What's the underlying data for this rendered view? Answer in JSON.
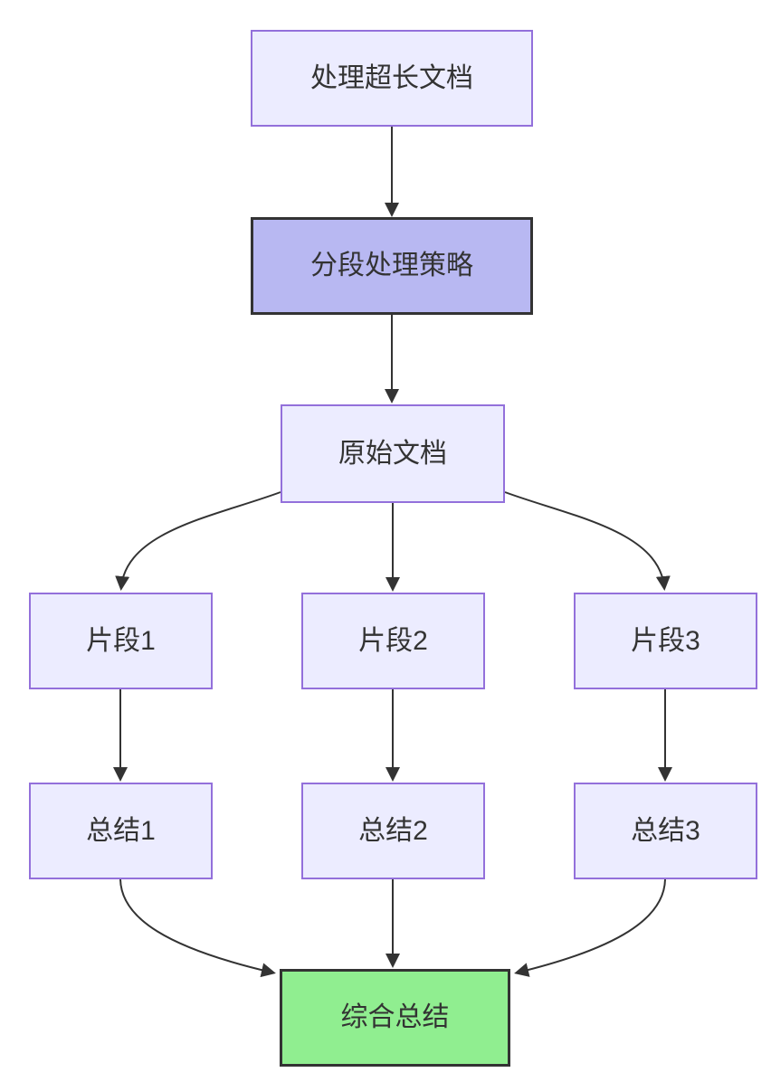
{
  "diagram": {
    "type": "flowchart",
    "direction": "top-down",
    "nodes": [
      {
        "id": "A",
        "label": "处理超长文档",
        "kind": "default"
      },
      {
        "id": "B",
        "label": "分段处理策略",
        "kind": "highlight"
      },
      {
        "id": "C",
        "label": "原始文档",
        "kind": "default"
      },
      {
        "id": "D",
        "label": "片段1",
        "kind": "default"
      },
      {
        "id": "E",
        "label": "片段2",
        "kind": "default"
      },
      {
        "id": "F",
        "label": "片段3",
        "kind": "default"
      },
      {
        "id": "G",
        "label": "总结1",
        "kind": "default"
      },
      {
        "id": "H",
        "label": "总结2",
        "kind": "default"
      },
      {
        "id": "I",
        "label": "总结3",
        "kind": "default"
      },
      {
        "id": "J",
        "label": "综合总结",
        "kind": "success"
      }
    ],
    "edges": [
      {
        "from": "处理超长文档",
        "to": "分段处理策略"
      },
      {
        "from": "分段处理策略",
        "to": "原始文档"
      },
      {
        "from": "原始文档",
        "to": "片段1"
      },
      {
        "from": "原始文档",
        "to": "片段2"
      },
      {
        "from": "原始文档",
        "to": "片段3"
      },
      {
        "from": "片段1",
        "to": "总结1"
      },
      {
        "from": "片段2",
        "to": "总结2"
      },
      {
        "from": "片段3",
        "to": "总结3"
      },
      {
        "from": "总结1",
        "to": "综合总结"
      },
      {
        "from": "总结2",
        "to": "综合总结"
      },
      {
        "from": "总结3",
        "to": "综合总结"
      }
    ],
    "colors": {
      "node_fill": "#ECECFF",
      "node_border": "#9370DB",
      "highlight_fill": "#B8B8F2",
      "strong_border": "#333333",
      "success_fill": "#90EE90",
      "edge": "#333333",
      "text": "#333333",
      "background": "#FFFFFF"
    }
  }
}
